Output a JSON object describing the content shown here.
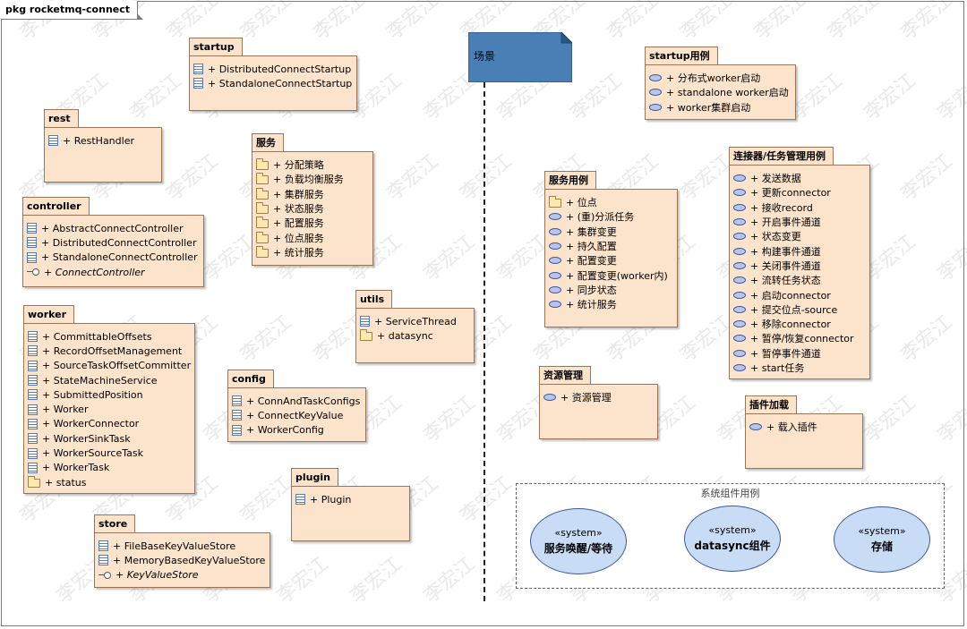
{
  "frame_title": "pkg rocketmq-connect",
  "watermark_text": "李宏江",
  "colors": {
    "package_fill": "#fce4cc",
    "package_border": "#9a7656",
    "scene_fill": "#4a7fb5",
    "usecase_fill": "#c9dcf5"
  },
  "scene": {
    "label": "场景"
  },
  "packages": [
    {
      "key": "startup",
      "title": "startup",
      "items": [
        {
          "label": "+ DistributedConnectStartup",
          "icon": "class-icon"
        },
        {
          "label": "+ StandaloneConnectStartup",
          "icon": "class-icon"
        }
      ]
    },
    {
      "key": "rest",
      "title": "rest",
      "items": [
        {
          "label": "+ RestHandler",
          "icon": "class-icon"
        }
      ]
    },
    {
      "key": "services",
      "title": "服务",
      "items": [
        {
          "label": "+ 分配策略",
          "icon": "folder-icon"
        },
        {
          "label": "+ 负载均衡服务",
          "icon": "folder-icon"
        },
        {
          "label": "+ 集群服务",
          "icon": "folder-icon"
        },
        {
          "label": "+ 状态服务",
          "icon": "folder-icon"
        },
        {
          "label": "+ 配置服务",
          "icon": "folder-icon"
        },
        {
          "label": "+ 位点服务",
          "icon": "folder-icon"
        },
        {
          "label": "+ 统计服务",
          "icon": "folder-icon"
        }
      ]
    },
    {
      "key": "controller",
      "title": "controller",
      "items": [
        {
          "label": "+ AbstractConnectController",
          "icon": "class-icon"
        },
        {
          "label": "+ DistributedConnectController",
          "icon": "class-icon"
        },
        {
          "label": "+ StandaloneConnectController",
          "icon": "class-icon"
        },
        {
          "label": "+ ConnectController",
          "icon": "interface-icon",
          "italic": true
        }
      ]
    },
    {
      "key": "utils",
      "title": "utils",
      "items": [
        {
          "label": "+ ServiceThread",
          "icon": "class-icon"
        },
        {
          "label": "+ datasync",
          "icon": "folder-icon"
        }
      ]
    },
    {
      "key": "worker",
      "title": "worker",
      "items": [
        {
          "label": "+ CommittableOffsets",
          "icon": "class-icon"
        },
        {
          "label": "+ RecordOffsetManagement",
          "icon": "class-icon"
        },
        {
          "label": "+ SourceTaskOffsetCommitter",
          "icon": "class-icon"
        },
        {
          "label": "+ StateMachineService",
          "icon": "class-icon"
        },
        {
          "label": "+ SubmittedPosition",
          "icon": "class-icon"
        },
        {
          "label": "+ Worker",
          "icon": "class-icon"
        },
        {
          "label": "+ WorkerConnector",
          "icon": "class-icon"
        },
        {
          "label": "+ WorkerSinkTask",
          "icon": "class-icon"
        },
        {
          "label": "+ WorkerSourceTask",
          "icon": "class-icon"
        },
        {
          "label": "+ WorkerTask",
          "icon": "class-icon"
        },
        {
          "label": "+ status",
          "icon": "folder-icon"
        }
      ]
    },
    {
      "key": "config",
      "title": "config",
      "items": [
        {
          "label": "+ ConnAndTaskConfigs",
          "icon": "class-icon"
        },
        {
          "label": "+ ConnectKeyValue",
          "icon": "class-icon"
        },
        {
          "label": "+ WorkerConfig",
          "icon": "class-icon"
        }
      ]
    },
    {
      "key": "plugin",
      "title": "plugin",
      "items": [
        {
          "label": "+ Plugin",
          "icon": "class-icon"
        }
      ]
    },
    {
      "key": "store",
      "title": "store",
      "items": [
        {
          "label": "+ FileBaseKeyValueStore",
          "icon": "class-icon"
        },
        {
          "label": "+ MemoryBasedKeyValueStore",
          "icon": "class-icon"
        },
        {
          "label": "+ KeyValueStore",
          "icon": "interface-icon",
          "italic": true
        }
      ]
    },
    {
      "key": "startup_usecases",
      "title": "startup用例",
      "items": [
        {
          "label": "+ 分布式worker启动",
          "icon": "usecase-icon"
        },
        {
          "label": "+ standalone worker启动",
          "icon": "usecase-icon"
        },
        {
          "label": "+ worker集群启动",
          "icon": "usecase-icon"
        }
      ]
    },
    {
      "key": "connector_usecases",
      "title": "连接器/任务管理用例",
      "items": [
        {
          "label": "+ 发送数据",
          "icon": "usecase-icon"
        },
        {
          "label": "+ 更新connector",
          "icon": "usecase-icon"
        },
        {
          "label": "+ 接收record",
          "icon": "usecase-icon"
        },
        {
          "label": "+ 开启事件通道",
          "icon": "usecase-icon"
        },
        {
          "label": "+ 状态变更",
          "icon": "usecase-icon"
        },
        {
          "label": "+ 构建事件通道",
          "icon": "usecase-icon"
        },
        {
          "label": "+ 关闭事件通道",
          "icon": "usecase-icon"
        },
        {
          "label": "+ 流转任务状态",
          "icon": "usecase-icon"
        },
        {
          "label": "+ 启动connector",
          "icon": "usecase-icon"
        },
        {
          "label": "+ 提交位点-source",
          "icon": "usecase-icon"
        },
        {
          "label": "+ 移除connector",
          "icon": "usecase-icon"
        },
        {
          "label": "+ 暂停/恢复connector",
          "icon": "usecase-icon"
        },
        {
          "label": "+ 暂停事件通道",
          "icon": "usecase-icon"
        },
        {
          "label": "+ start任务",
          "icon": "usecase-icon"
        }
      ]
    },
    {
      "key": "service_usecases",
      "title": "服务用例",
      "items": [
        {
          "label": "+ 位点",
          "icon": "folder-icon"
        },
        {
          "label": "+ (重)分派任务",
          "icon": "usecase-icon"
        },
        {
          "label": "+ 集群变更",
          "icon": "usecase-icon"
        },
        {
          "label": "+ 持久配置",
          "icon": "usecase-icon"
        },
        {
          "label": "+ 配置变更",
          "icon": "usecase-icon"
        },
        {
          "label": "+ 配置变更(worker内)",
          "icon": "usecase-icon"
        },
        {
          "label": "+ 同步状态",
          "icon": "usecase-icon"
        },
        {
          "label": "+ 统计服务",
          "icon": "usecase-icon"
        }
      ]
    },
    {
      "key": "resource_mgmt",
      "title": "资源管理",
      "items": [
        {
          "label": "+ 资源管理",
          "icon": "usecase-icon"
        }
      ]
    },
    {
      "key": "plugin_loading",
      "title": "插件加载",
      "items": [
        {
          "label": "+ 载入插件",
          "icon": "usecase-icon"
        }
      ]
    }
  ],
  "system_box": {
    "title": "系统组件用例",
    "usecases": [
      {
        "stereotype": "«system»",
        "name": "服务唤醒/等待"
      },
      {
        "stereotype": "«system»",
        "name": "datasync组件"
      },
      {
        "stereotype": "«system»",
        "name": "存储"
      }
    ]
  }
}
